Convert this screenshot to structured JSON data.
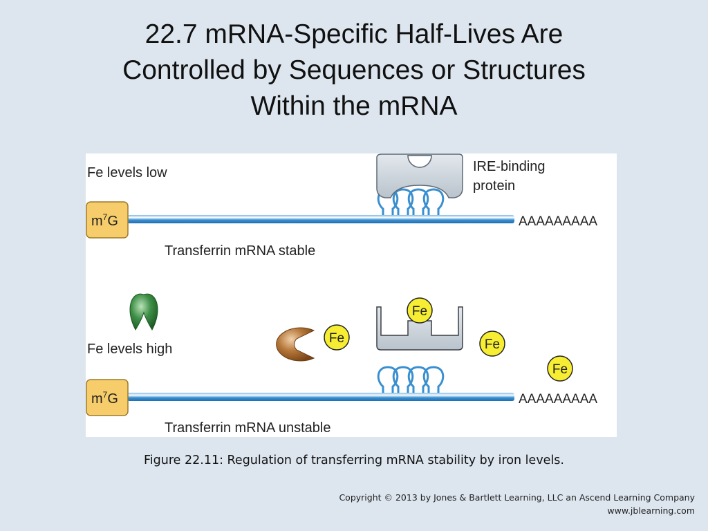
{
  "title": {
    "line1": "22.7  mRNA-Specific Half-Lives Are",
    "line2": "Controlled by Sequences or Structures",
    "line3": "Within the mRNA"
  },
  "figure": {
    "top_panel": {
      "condition": "Fe levels low",
      "cap": "m",
      "cap_sup": "7",
      "cap_base": "G",
      "polyA": "AAAAAAAAA",
      "protein_label_line1": "IRE-binding",
      "protein_label_line2": "protein",
      "status": "Transferrin mRNA stable"
    },
    "bottom_panel": {
      "condition": "Fe levels high",
      "cap": "m",
      "cap_sup": "7",
      "cap_base": "G",
      "polyA": "AAAAAAAAA",
      "iron_label": "Fe",
      "status": "Transferrin mRNA unstable"
    },
    "colors": {
      "mrna_blue": "#3a8fd0",
      "cap_fill": "#f6cd6a",
      "iron_fill": "#f7ee33",
      "protein_fill": "#c9d1d9",
      "nuclease_green": "#2f7d3a",
      "nuclease_brown": "#a8692e"
    }
  },
  "caption": "Figure 22.11: Regulation of transferring mRNA stability by iron levels.",
  "copyright": {
    "line1": "Copyright © 2013 by Jones & Bartlett Learning, LLC an Ascend Learning Company",
    "line2": "www.jblearning.com"
  }
}
